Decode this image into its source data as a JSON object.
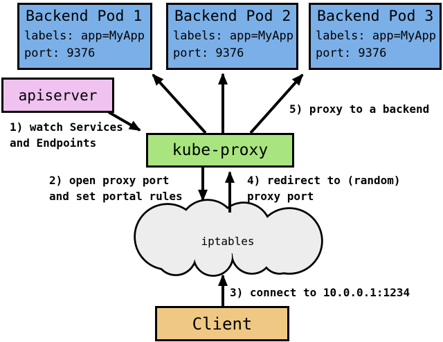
{
  "colors": {
    "pod_fill": "#7BAFE8",
    "apiserver_fill": "#EFC2F0",
    "kube_proxy_fill": "#A8E57F",
    "client_fill": "#EFC983",
    "cloud_fill": "#EDEDED",
    "line": "#000000"
  },
  "pods": [
    {
      "title": "Backend Pod 1",
      "labels": "labels: app=MyApp",
      "port": "port: 9376"
    },
    {
      "title": "Backend Pod 2",
      "labels": "labels: app=MyApp",
      "port": "port: 9376"
    },
    {
      "title": "Backend Pod 3",
      "labels": "labels: app=MyApp",
      "port": "port: 9376"
    }
  ],
  "nodes": {
    "apiserver": "apiserver",
    "kube_proxy": "kube-proxy",
    "iptables": "iptables",
    "client": "Client"
  },
  "annotations": {
    "step1_line1": "1) watch Services",
    "step1_line2": "and Endpoints",
    "step2_line1": "2) open proxy port",
    "step2_line2": "and set portal rules",
    "step3": "3) connect to 10.0.0.1:1234",
    "step4_line1": "4) redirect to (random)",
    "step4_line2": "proxy port",
    "step5": "5) proxy to a backend"
  }
}
